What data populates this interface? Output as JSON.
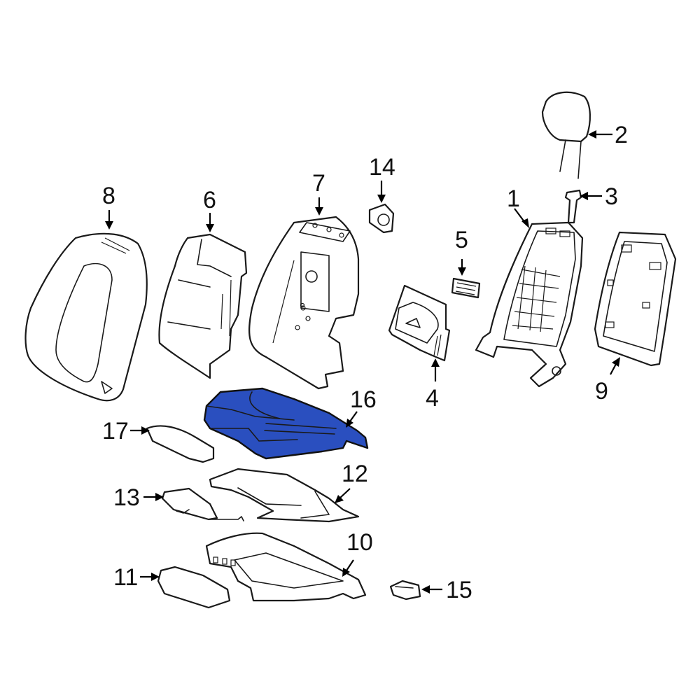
{
  "diagram": {
    "highlight_color": "#2a4fbf",
    "outline_color": "#1a1a1a",
    "background_color": "#ffffff",
    "highlighted_part": "16",
    "callouts": {
      "c1": "1",
      "c2": "2",
      "c3": "3",
      "c4": "4",
      "c5": "5",
      "c6": "6",
      "c7": "7",
      "c8": "8",
      "c9": "9",
      "c10": "10",
      "c11": "11",
      "c12": "12",
      "c13": "13",
      "c14": "14",
      "c15": "15",
      "c16": "16",
      "c17": "17"
    }
  }
}
